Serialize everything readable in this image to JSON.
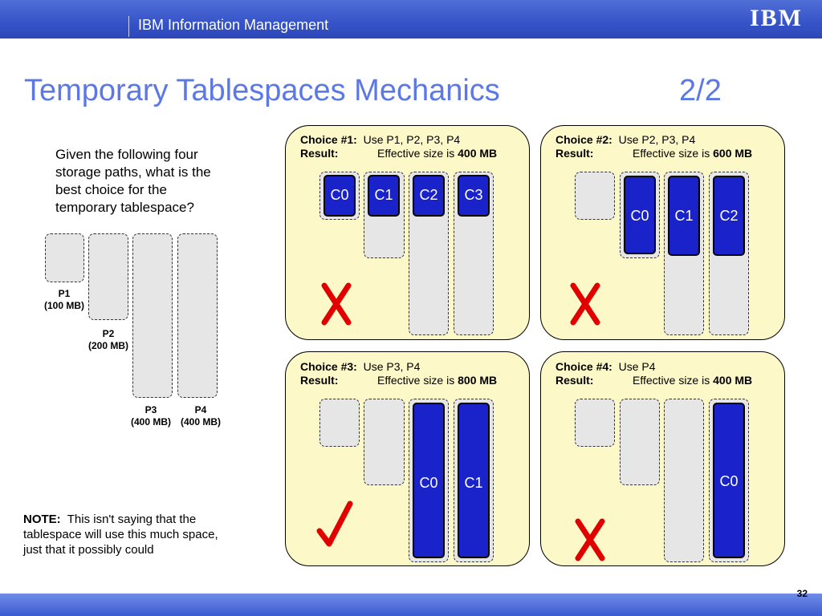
{
  "header": {
    "brand": "IBM Information Management",
    "logo": "IBM"
  },
  "slide": {
    "title": "Temporary Tablespaces Mechanics",
    "page_part": "2/2",
    "intro": "Given the following four storage paths, what is the best choice for the temporary tablespace?",
    "paths": [
      {
        "name": "P1",
        "size": "(100 MB)"
      },
      {
        "name": "P2",
        "size": "(200 MB)"
      },
      {
        "name": "P3",
        "size": "(400 MB)"
      },
      {
        "name": "P4",
        "size": "(400 MB)"
      }
    ],
    "note_label": "NOTE:",
    "note_text": "This isn't saying that the tablespace will use this much space, just that it possibly could",
    "page_number": "32"
  },
  "choices": [
    {
      "choice_label": "Choice #1:",
      "choice_value": "Use P1, P2, P3, P4",
      "result_label": "Result:",
      "result_prefix": "Effective size is",
      "result_value": "400 MB",
      "containers": [
        "C0",
        "C1",
        "C2",
        "C3"
      ],
      "verdict": "cross-icon"
    },
    {
      "choice_label": "Choice #2:",
      "choice_value": "Use P2, P3, P4",
      "result_label": "Result:",
      "result_prefix": "Effective size is",
      "result_value": "600 MB",
      "containers": [
        "C0",
        "C1",
        "C2"
      ],
      "verdict": "cross-icon"
    },
    {
      "choice_label": "Choice #3:",
      "choice_value": "Use P3, P4",
      "result_label": "Result:",
      "result_prefix": "Effective size is",
      "result_value": "800 MB",
      "containers": [
        "C0",
        "C1"
      ],
      "verdict": "check-icon"
    },
    {
      "choice_label": "Choice #4:",
      "choice_value": "Use P4",
      "result_label": "Result:",
      "result_prefix": "Effective size is",
      "result_value": "400 MB",
      "containers": [
        "C0"
      ],
      "verdict": "cross-icon"
    }
  ],
  "colors": {
    "title": "#5b78e6",
    "panel_fill": "#fdf8c8",
    "container": "#1a23c9",
    "cross": "#e00000",
    "bar": "#3653c8"
  }
}
